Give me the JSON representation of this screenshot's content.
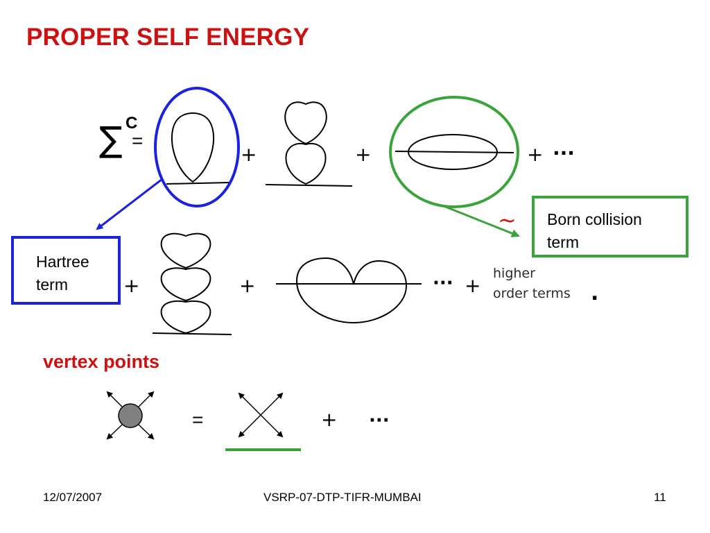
{
  "slide": {
    "title": "PROPER SELF ENERGY",
    "subtitle": "vertex points"
  },
  "equation": {
    "sigma_symbol": "∑",
    "superscript": "C",
    "equals": "=",
    "plus": "+",
    "ellipsis": "···",
    "tilde": "~",
    "period": "."
  },
  "annotations": {
    "hartree_label": "Hartree\nterm",
    "born_label": "Born collision\nterm",
    "higher_order": "higher\norder terms"
  },
  "footer": {
    "date": "12/07/2007",
    "center": "VSRP-07-DTP-TIFR-MUMBAI",
    "page": "11"
  },
  "colors": {
    "title": "#cc1111",
    "hartree_accent": "#1a22dd",
    "born_accent": "#3aa33a",
    "vertex_fill": "#808080"
  }
}
